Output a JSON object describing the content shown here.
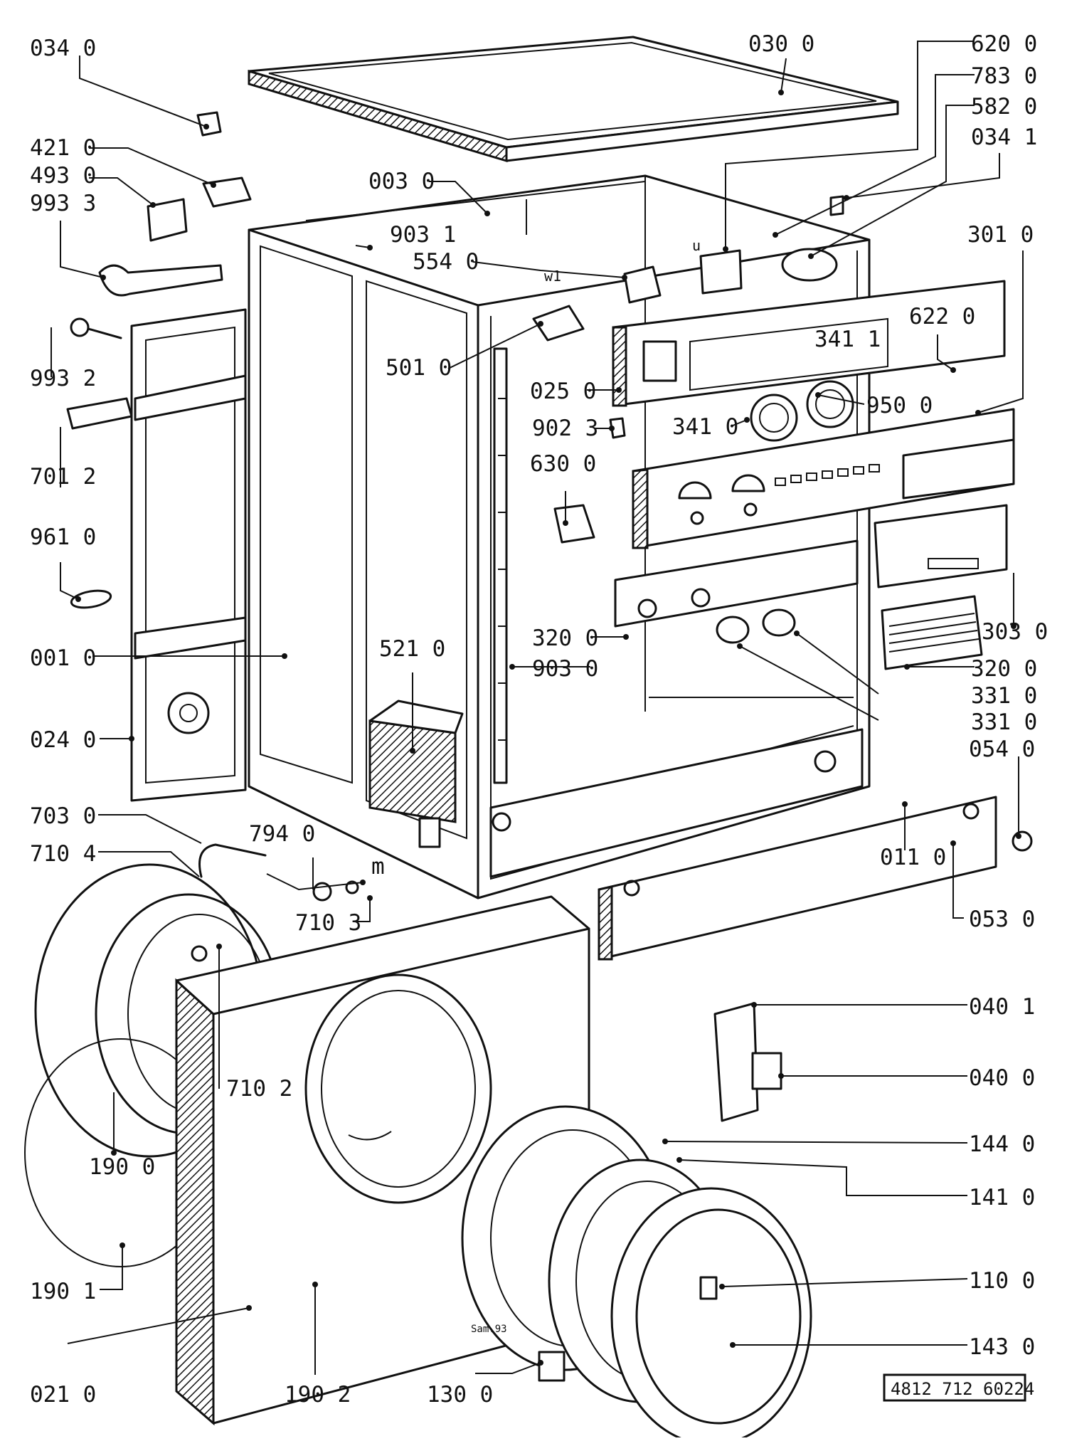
{
  "labels": {
    "l0340": "034 0",
    "l0300": "030 0",
    "l6200": "620 0",
    "l7830": "783 0",
    "l5820": "582 0",
    "l0341": "034 1",
    "l4210": "421 0",
    "l4930": "493 0",
    "l9933": "993 3",
    "l0030": "003 0",
    "l9031": "903 1",
    "l5540": "554 0",
    "l3010": "301 0",
    "l9932": "993 2",
    "l5010": "501 0",
    "l6220": "622 0",
    "l3411": "341 1",
    "l0250": "025 0",
    "l9500": "950 0",
    "l3410": "341 0",
    "l9023": "902 3",
    "l7012": "701 2",
    "l6300": "630 0",
    "l9610": "961 0",
    "l3200a": "320 0",
    "l3030": "303 0",
    "l0010": "001 0",
    "l5210": "521 0",
    "l9030": "903 0",
    "l3200b": "320 0",
    "l3310a": "331 0",
    "l3310b": "331 0",
    "l0240": "024 0",
    "l0540": "054 0",
    "l7030": "703 0",
    "l7940": "794 0",
    "l7104": "710 4",
    "lm": "m",
    "l7103": "710 3",
    "l0110": "011 0",
    "l0530": "053 0",
    "l0401": "040 1",
    "l0400": "040 0",
    "l7102": "710 2",
    "l1900": "190 0",
    "l1440": "144 0",
    "l1410": "141 0",
    "l1901": "190 1",
    "l1100": "110 0",
    "l1430": "143 0",
    "l0210": "021 0",
    "l1902": "190 2",
    "l1300": "130 0",
    "w1": "w1",
    "u": "u",
    "sig": "Sam.93",
    "catalog": "4812 712 60224"
  }
}
